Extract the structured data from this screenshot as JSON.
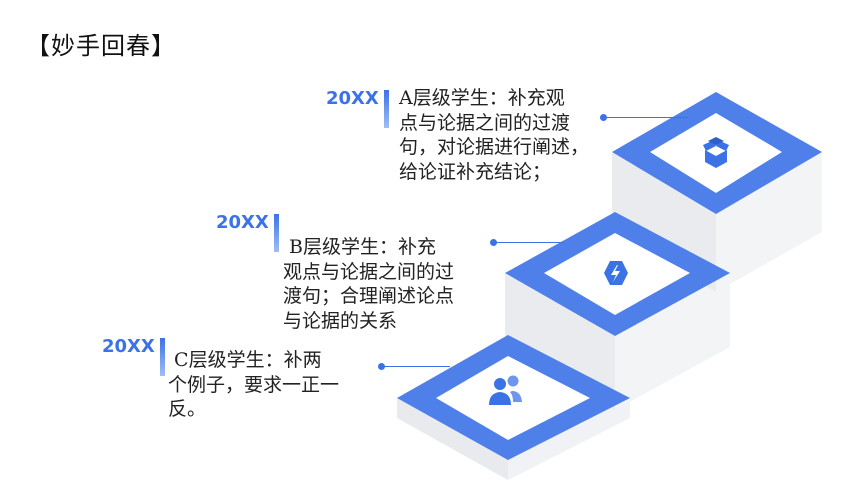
{
  "title": "【妙手回春】",
  "colors": {
    "accent": "#3b73e6",
    "top_outer": "#4f7fe8",
    "top_inner": "#ffffff",
    "side_left": "#e9ebee",
    "side_right": "#f3f4f6"
  },
  "steps": [
    {
      "year": "20XX",
      "text": "A层级学生：补充观\n点与论据之间的过渡\n句，对论据进行阐述，\n给论证补充结论；",
      "icon": "box-icon"
    },
    {
      "year": "20XX",
      "text": " B层级学生：补充\n观点与论据之间的过\n渡句；合理阐述论点\n与论据的关系",
      "icon": "lightning-shield-icon"
    },
    {
      "year": "20XX",
      "text": " C层级学生：补两\n个例子，要求一正一\n反。",
      "icon": "users-icon"
    }
  ]
}
